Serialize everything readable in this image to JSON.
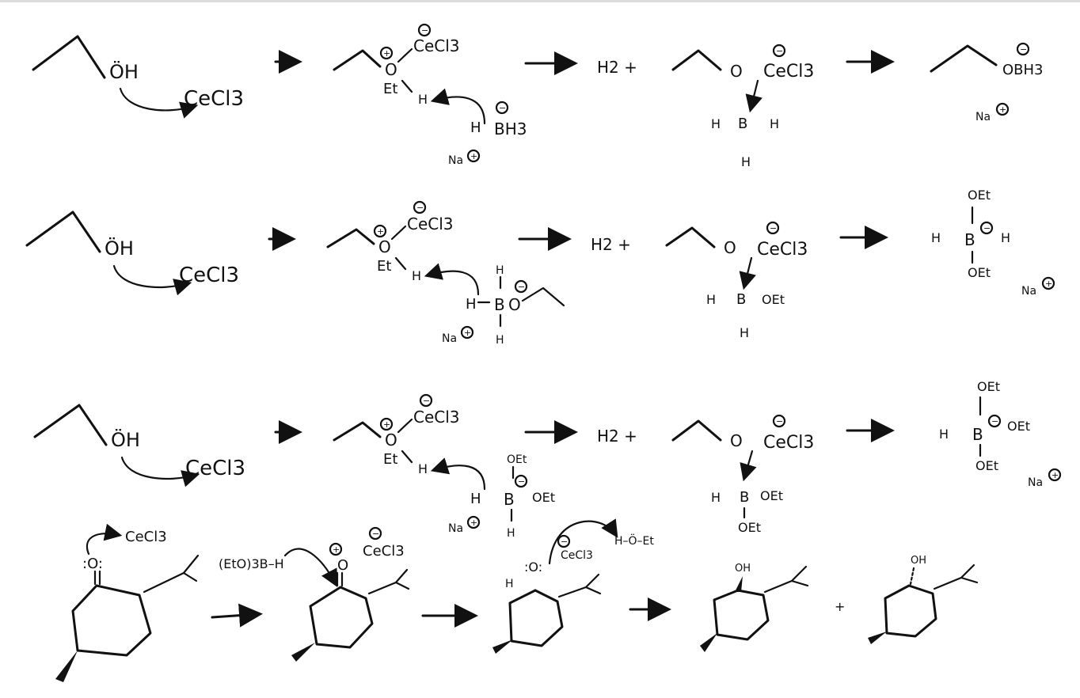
{
  "labels": {
    "oh": "ÖH",
    "cecl3": "CeCl3",
    "h2": "H2 +",
    "o": "O",
    "et": "Et",
    "h": "H",
    "b": "B",
    "bh3": "BH3",
    "obh3": "OBH3",
    "oet": "OEt",
    "na": "Na",
    "plus": "+",
    "minus": "−",
    "eto3b": "(EtO)3B–H",
    "oh_prod": "OH",
    "o_dots": ":O:",
    "h_o_et": "H–Ö–Et"
  },
  "colors": {
    "ink": "#111111",
    "background": "#ffffff",
    "top_rule": "#dcdcdc"
  }
}
